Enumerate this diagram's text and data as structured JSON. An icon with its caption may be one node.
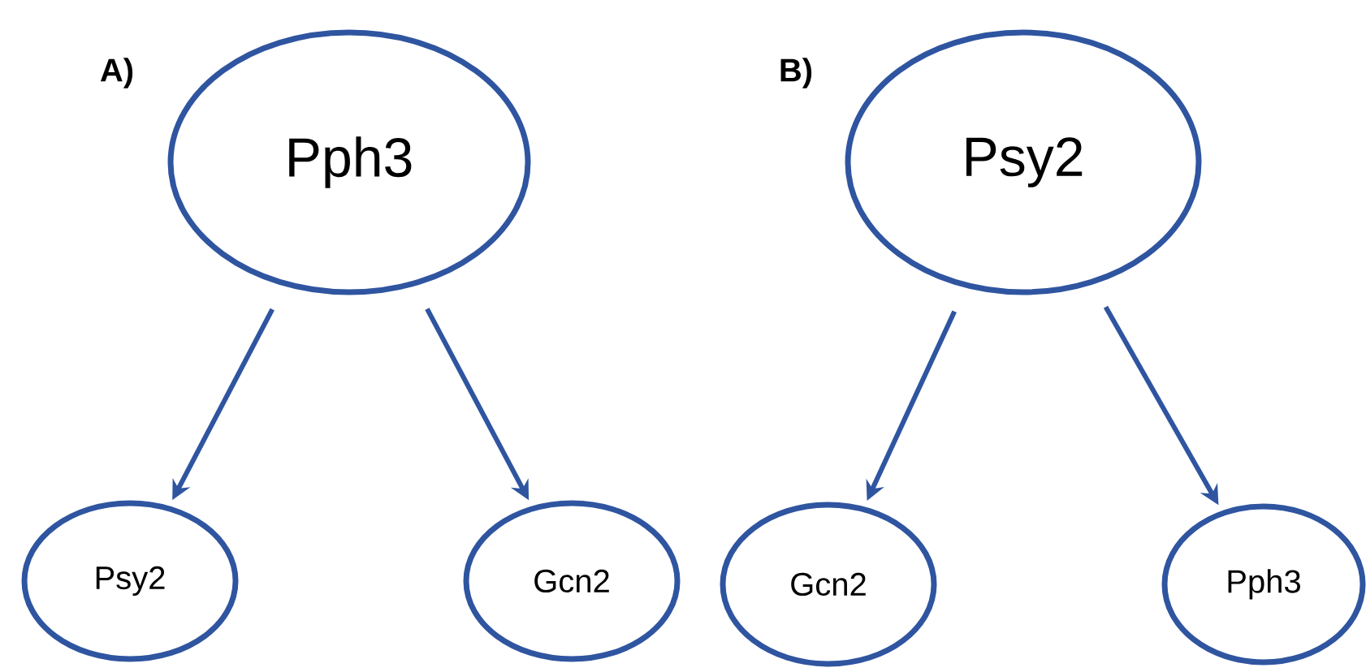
{
  "diagram": {
    "nodes": [
      {
        "text": [
          "Pph3"
        ]
      },
      {
        "text": [
          "Psy2"
        ]
      },
      {
        "text": [
          "Gcn2"
        ]
      },
      {
        "text": [
          "Psy2"
        ]
      },
      {
        "text": [
          "Gcn2"
        ]
      },
      {
        "text": [
          "Pph3"
        ]
      }
    ],
    "edges": [
      {
        "from": 0,
        "to": 1,
        "arrow": "to"
      },
      {
        "from": 0,
        "to": 2,
        "arrow": "to"
      },
      {
        "from": 3,
        "to": 4,
        "arrow": "to"
      },
      {
        "from": 3,
        "to": 5,
        "arrow": "to"
      }
    ],
    "labels": [
      "A)",
      "B)"
    ]
  }
}
